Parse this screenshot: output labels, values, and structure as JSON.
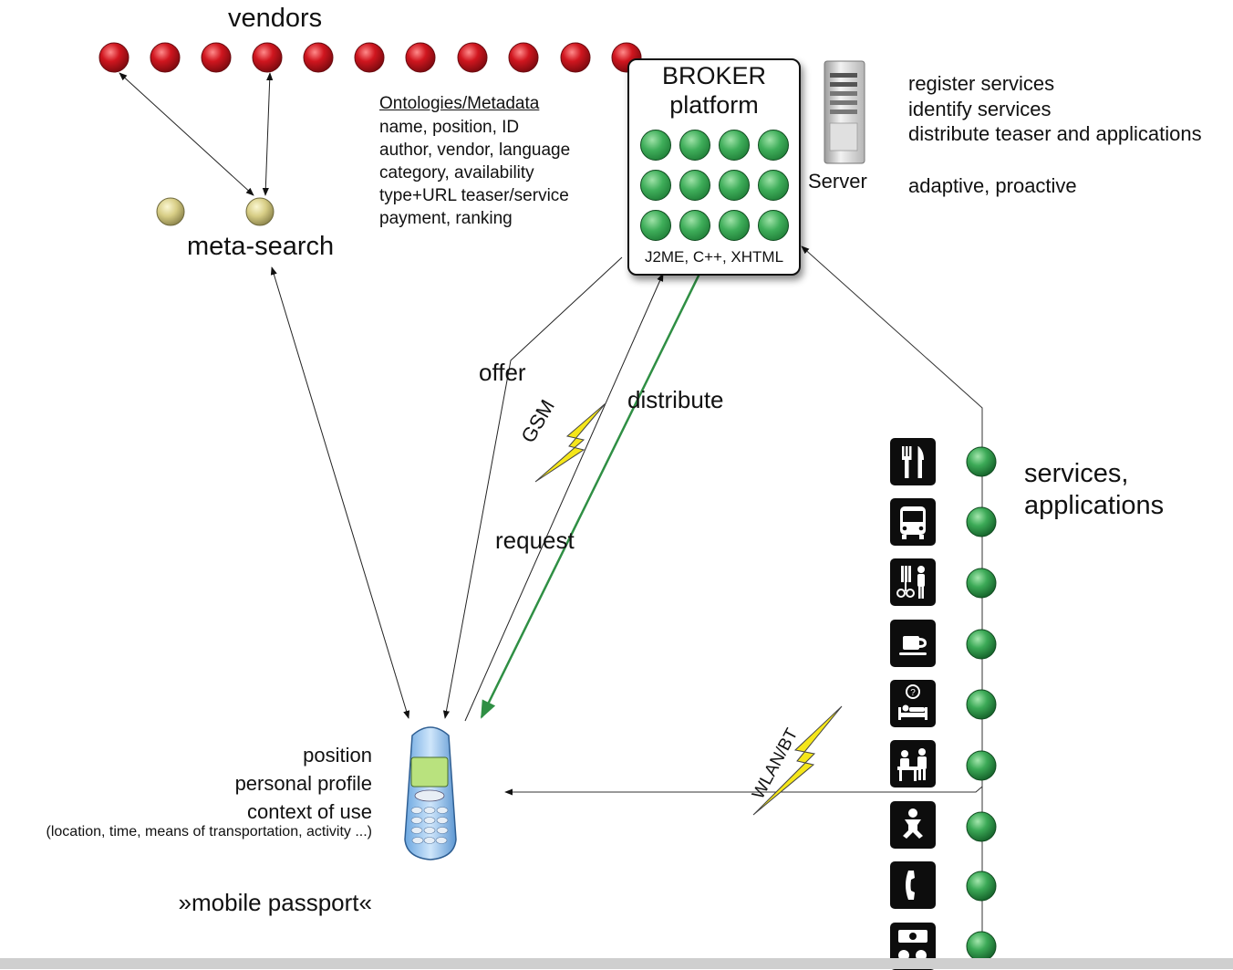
{
  "vendors": {
    "label": "vendors",
    "count": 11
  },
  "meta_search": {
    "label": "meta-search"
  },
  "ontologies": {
    "heading": "Ontologies/Metadata",
    "lines": [
      "name, position, ID",
      "author, vendor, language",
      "category, availability",
      "type+URL teaser/service",
      "payment, ranking"
    ]
  },
  "broker": {
    "title_line1": "BROKER",
    "title_line2": "platform",
    "footer": "J2ME, C++, XHTML",
    "dot_count": 12
  },
  "server": {
    "label": "Server",
    "icon": "server-tower-icon"
  },
  "features": {
    "lines": [
      "register services",
      "identify services",
      "distribute teaser and applications"
    ],
    "extra": "adaptive, proactive"
  },
  "flows": {
    "offer": "offer",
    "distribute": "distribute",
    "request": "request",
    "gsm": "GSM",
    "wlan_bt": "WLAN/BT"
  },
  "services": {
    "label_line1": "services,",
    "label_line2": "applications",
    "icons": [
      "restaurant-icon",
      "bus-icon",
      "hairdresser-icon",
      "coffee-icon",
      "hotel-info-icon",
      "reception-desk-icon",
      "baby-changing-icon",
      "telephone-icon",
      "currency-exchange-icon"
    ]
  },
  "phone": {
    "icon": "mobile-phone-icon",
    "lines": [
      "position",
      "personal profile",
      "context of use"
    ],
    "note": "(location, time, means of transportation, activity ...)",
    "passport": "»mobile passport«"
  },
  "colors": {
    "vendor_dot": "#c8101c",
    "service_dot": "#2f9a4a",
    "meta_dot": "#d8cf8a",
    "distribute_arrow": "#2f8f44",
    "lightning": "#f5e61a"
  }
}
